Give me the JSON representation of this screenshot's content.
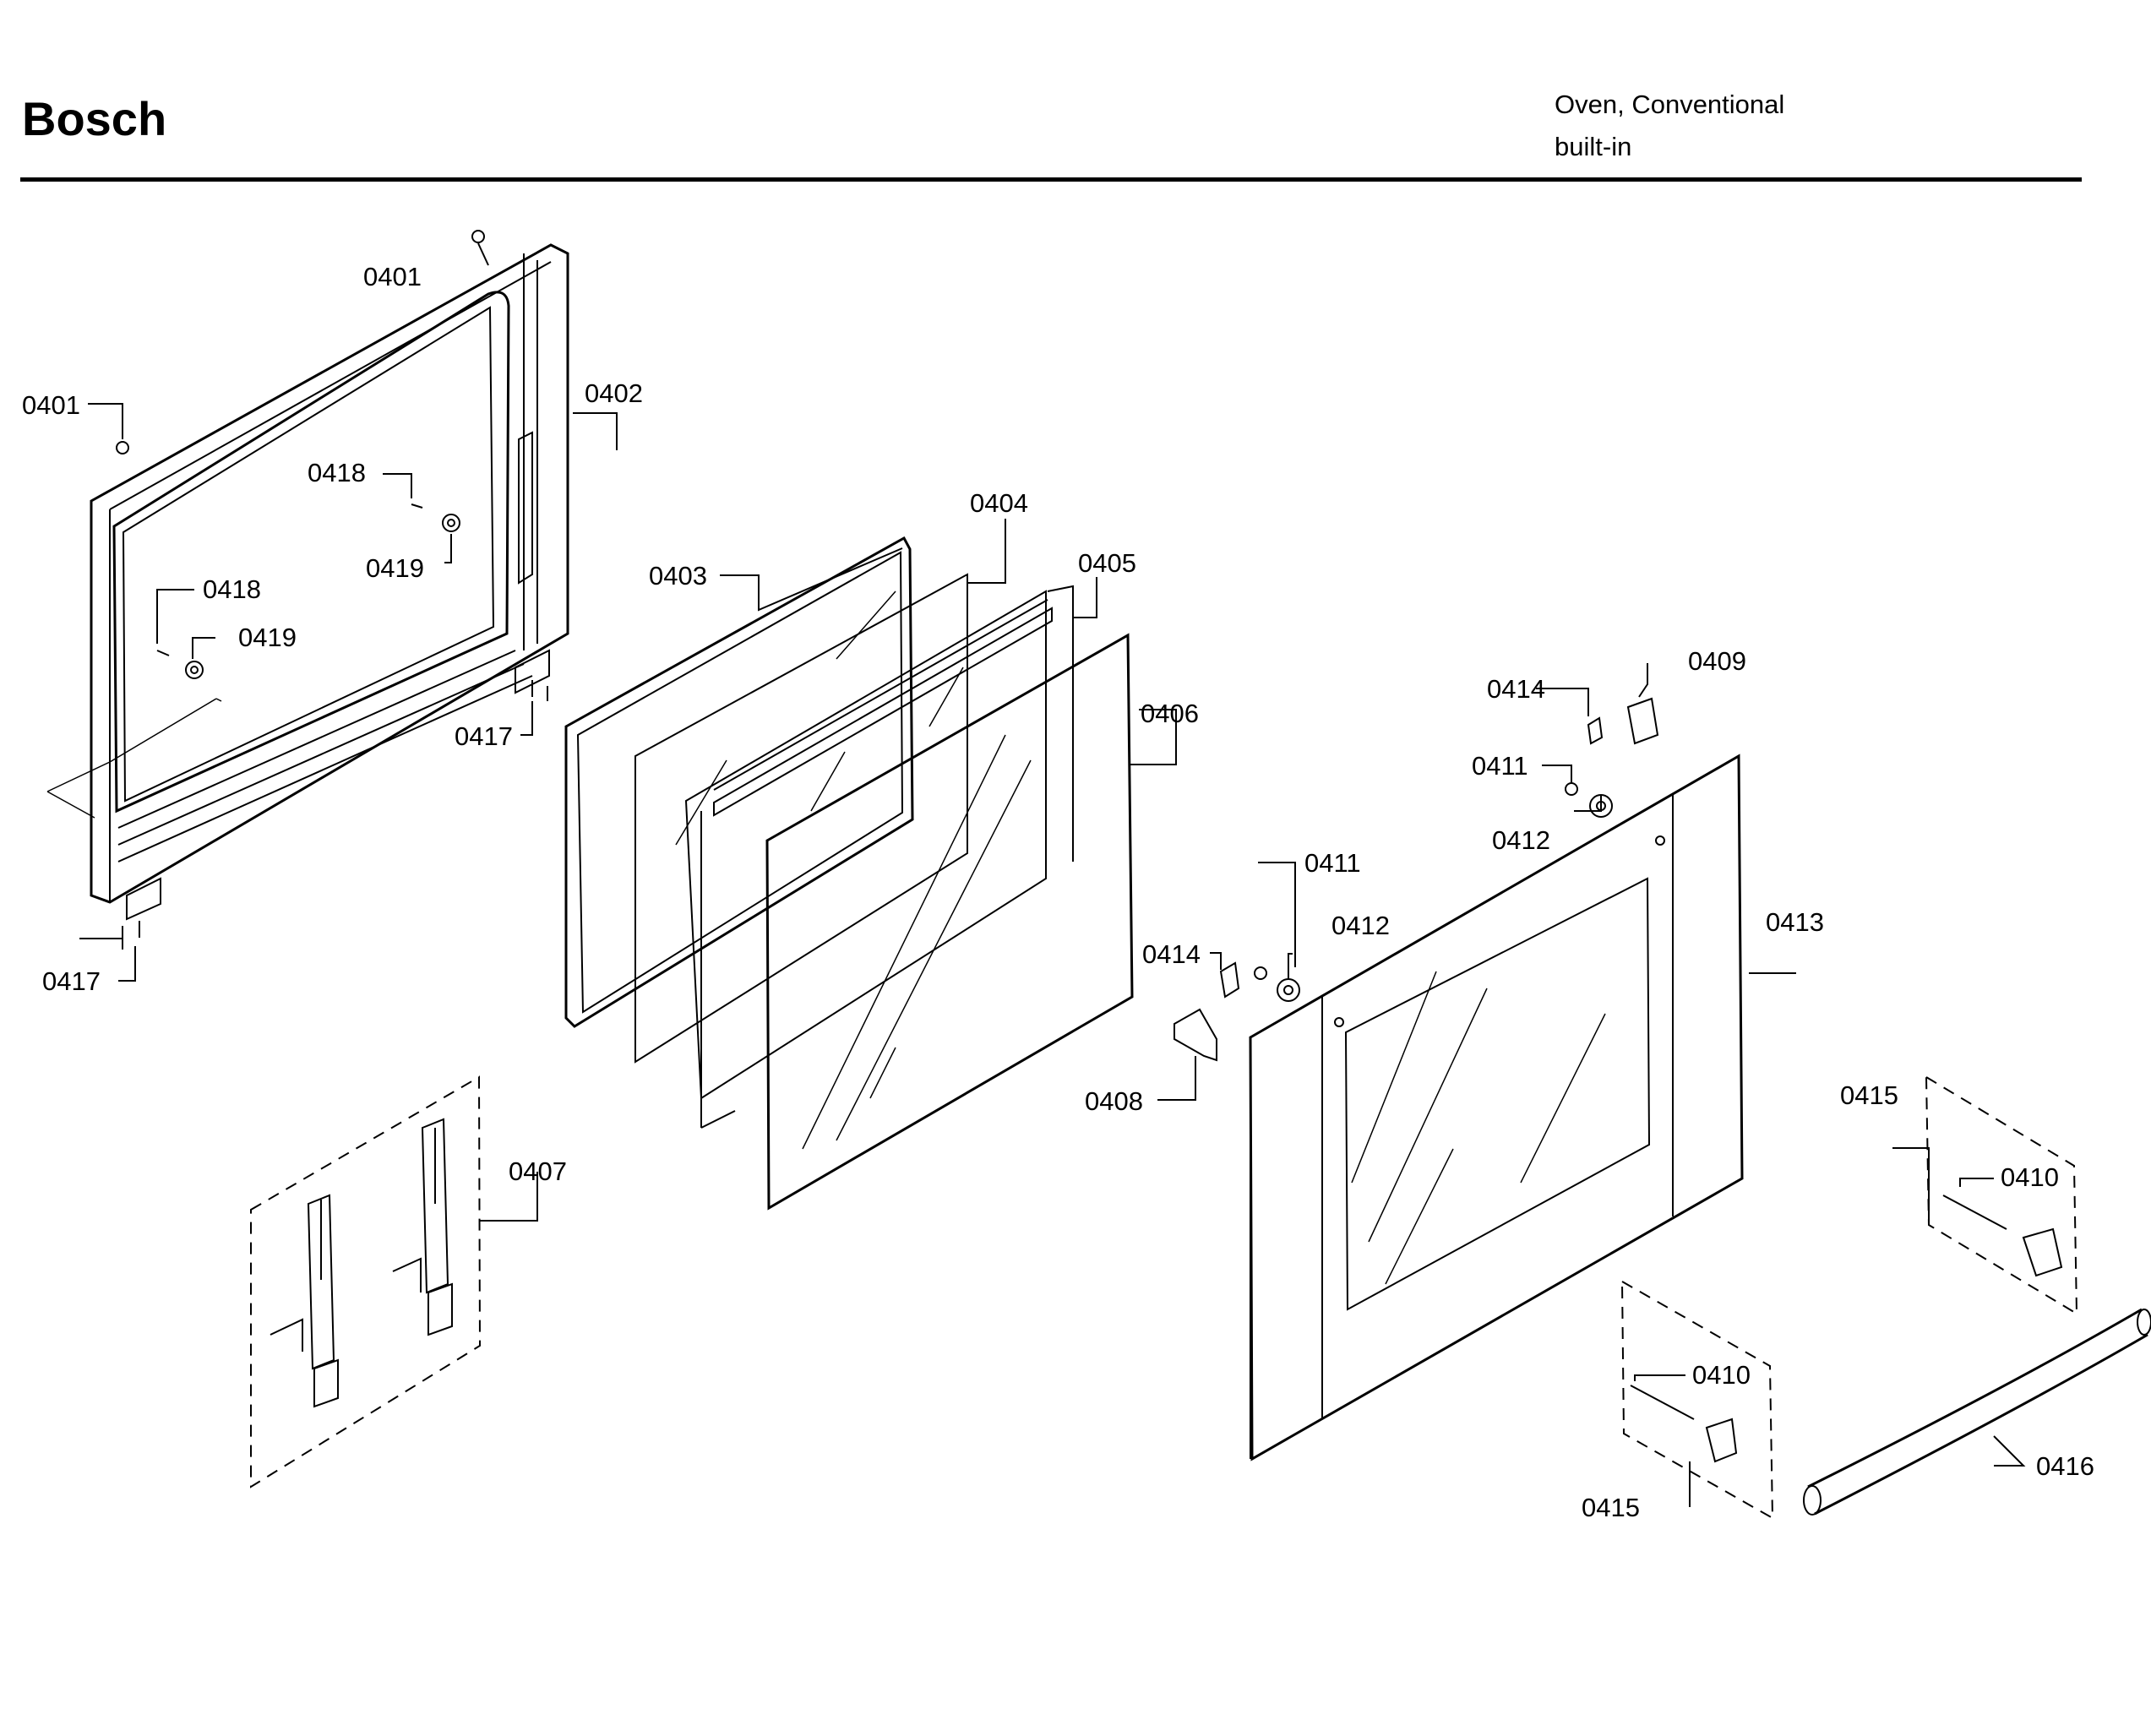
{
  "header": {
    "brand": "Bosch",
    "product_line1": "Oven, Conventional",
    "product_line2": "built-in"
  },
  "parts": {
    "p0401a": "0401",
    "p0401b": "0401",
    "p0402": "0402",
    "p0403": "0403",
    "p0404": "0404",
    "p0405": "0405",
    "p0406": "0406",
    "p0407": "0407",
    "p0408": "0408",
    "p0409": "0409",
    "p0410a": "0410",
    "p0410b": "0410",
    "p0411a": "0411",
    "p0411b": "0411",
    "p0412a": "0412",
    "p0412b": "0412",
    "p0413": "0413",
    "p0414a": "0414",
    "p0414b": "0414",
    "p0415a": "0415",
    "p0415b": "0415",
    "p0416": "0416",
    "p0417a": "0417",
    "p0417b": "0417",
    "p0418a": "0418",
    "p0418b": "0418",
    "p0419a": "0419",
    "p0419b": "0419"
  }
}
